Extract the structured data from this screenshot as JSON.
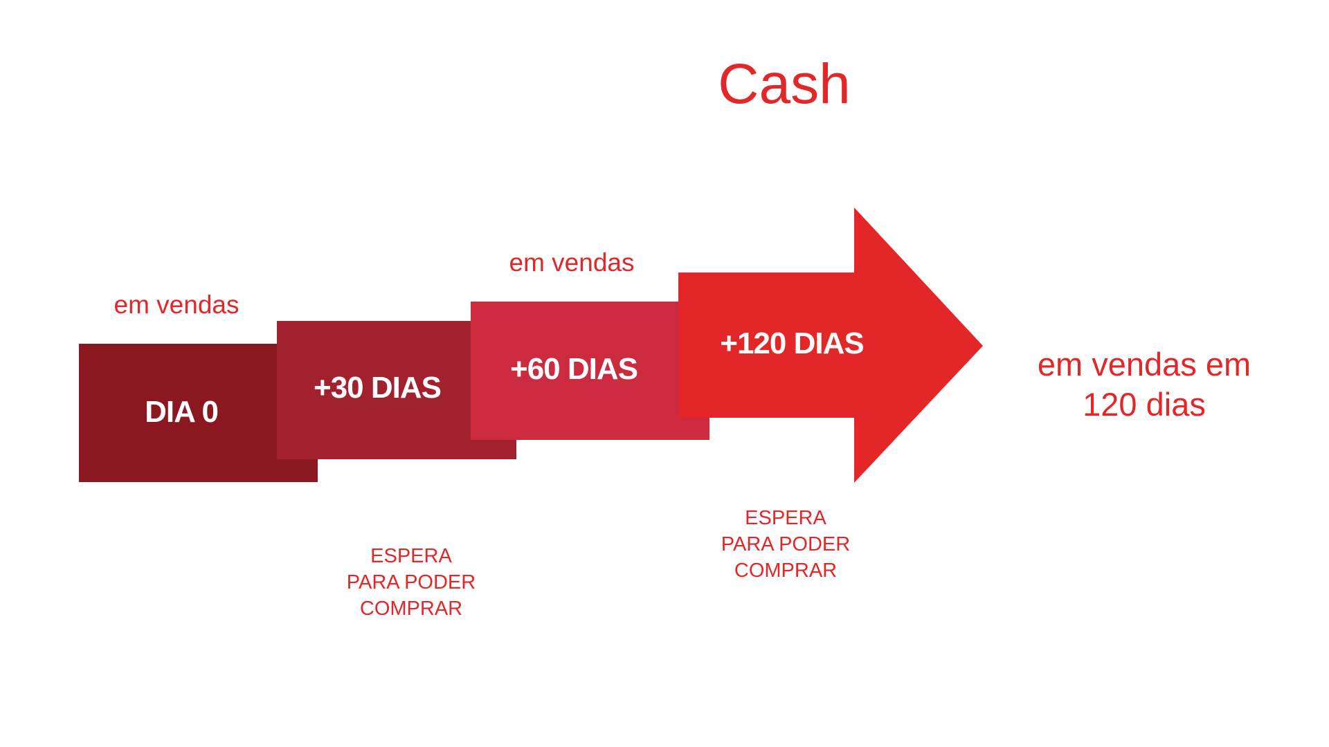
{
  "title": "Cash",
  "colors": {
    "step0": "#8B1820",
    "step1": "#A3202E",
    "step2": "#CC2A3E",
    "step3": "#E32628",
    "text": "#E32628"
  },
  "steps": [
    {
      "label": "DIA 0"
    },
    {
      "label": "+30 DIAS"
    },
    {
      "label": "+60 DIAS"
    },
    {
      "label": "+120 DIAS"
    }
  ],
  "annotations": {
    "sales_1": "em vendas",
    "sales_2": "em vendas",
    "result_line1": "em vendas em",
    "result_line2": "120 dias",
    "wait_1": [
      "ESPERA",
      "PARA PODER",
      "COMPRAR"
    ],
    "wait_2": [
      "ESPERA",
      "PARA PODER",
      "COMPRAR"
    ]
  }
}
